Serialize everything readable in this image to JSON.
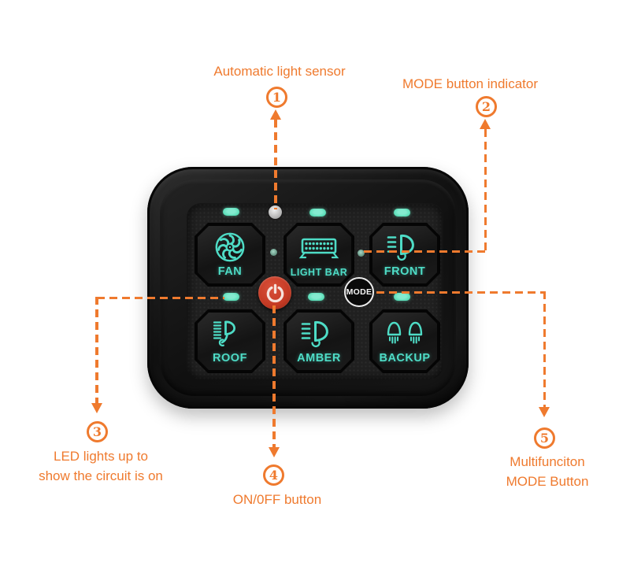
{
  "annotations": {
    "accent_color": "#ef7a2e",
    "callout1": {
      "num": "1",
      "label": "Automatic light sensor"
    },
    "callout2": {
      "num": "2",
      "label": "MODE button indicator"
    },
    "callout3": {
      "num": "3",
      "line1": "LED lights up to",
      "line2": "show the circuit is on"
    },
    "callout4": {
      "num": "4",
      "label": "ON/0FF button"
    },
    "callout5": {
      "num": "5",
      "line1": "Multifunciton",
      "line2": "MODE Button"
    }
  },
  "panel": {
    "colors": {
      "icon_teal": "#4edcc6",
      "led_green": "#55dcb4",
      "power_red": "#c43a24",
      "power_glyph": "#f6e2dc",
      "mode_ring": "#ededed"
    },
    "mode_button_label": "MODE",
    "switches": {
      "fan": {
        "label": "FAN",
        "icon": "fan-icon"
      },
      "light_bar": {
        "label": "LIGHT BAR",
        "icon": "light-bar-icon"
      },
      "front": {
        "label": "FRONT",
        "icon": "front-beam-icon"
      },
      "roof": {
        "label": "ROOF",
        "icon": "roof-beam-icon"
      },
      "amber": {
        "label": "AMBER",
        "icon": "amber-beam-icon"
      },
      "backup": {
        "label": "BACKUP",
        "icon": "backup-lights-icon"
      }
    }
  }
}
